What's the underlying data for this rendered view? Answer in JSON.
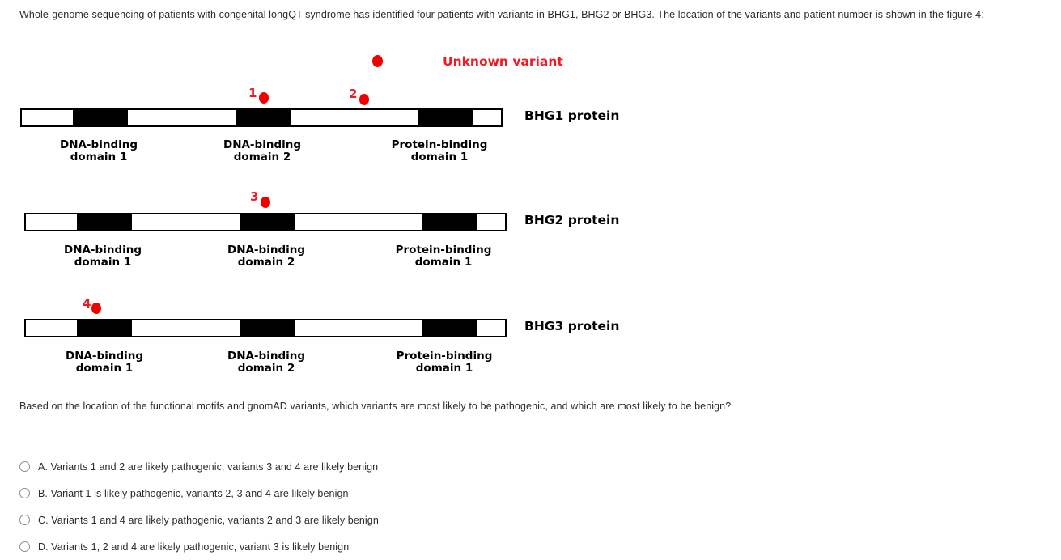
{
  "intro": {
    "text": "Whole-genome sequencing of patients with congenital longQT syndrome has identified four patients with variants in BHG1, BHG2 or BHG3. The location of the variants and patient number is shown in the figure 4:"
  },
  "question": {
    "text": "Based on the location of the functional motifs and gnomAD variants, which variants are most likely to be pathogenic, and which are most likely to be benign?"
  },
  "figure": {
    "legend": {
      "marker_icon": "red-dot-icon",
      "label": "Unknown variant",
      "color": "#ed1c24"
    },
    "bar_color": "#000000",
    "proteins": [
      {
        "name": "BHG1 protein",
        "domains": [
          {
            "label_line1": "DNA-binding",
            "label_line2": "domain 1"
          },
          {
            "label_line1": "DNA-binding",
            "label_line2": "domain 2"
          },
          {
            "label_line1": "Protein-binding",
            "label_line2": "domain 1"
          }
        ],
        "variants": [
          {
            "number": "1"
          },
          {
            "number": "2"
          }
        ]
      },
      {
        "name": "BHG2 protein",
        "domains": [
          {
            "label_line1": "DNA-binding",
            "label_line2": "domain 1"
          },
          {
            "label_line1": "DNA-binding",
            "label_line2": "domain 2"
          },
          {
            "label_line1": "Protein-binding",
            "label_line2": "domain 1"
          }
        ],
        "variants": [
          {
            "number": "3"
          }
        ]
      },
      {
        "name": "BHG3 protein",
        "domains": [
          {
            "label_line1": "DNA-binding",
            "label_line2": "domain 1"
          },
          {
            "label_line1": "DNA-binding",
            "label_line2": "domain 2"
          },
          {
            "label_line1": "Protein-binding",
            "label_line2": "domain 1"
          }
        ],
        "variants": [
          {
            "number": "4"
          }
        ]
      }
    ]
  },
  "options": [
    {
      "text": "A. Variants 1 and 2 are likely pathogenic, variants 3 and 4 are likely benign"
    },
    {
      "text": "B. Variant 1 is likely pathogenic, variants 2, 3 and 4 are likely benign"
    },
    {
      "text": "C. Variants 1 and 4 are likely pathogenic, variants 2 and 3 are likely benign"
    },
    {
      "text": "D. Variants 1, 2 and 4 are likely pathogenic, variant 3 is likely benign"
    }
  ]
}
